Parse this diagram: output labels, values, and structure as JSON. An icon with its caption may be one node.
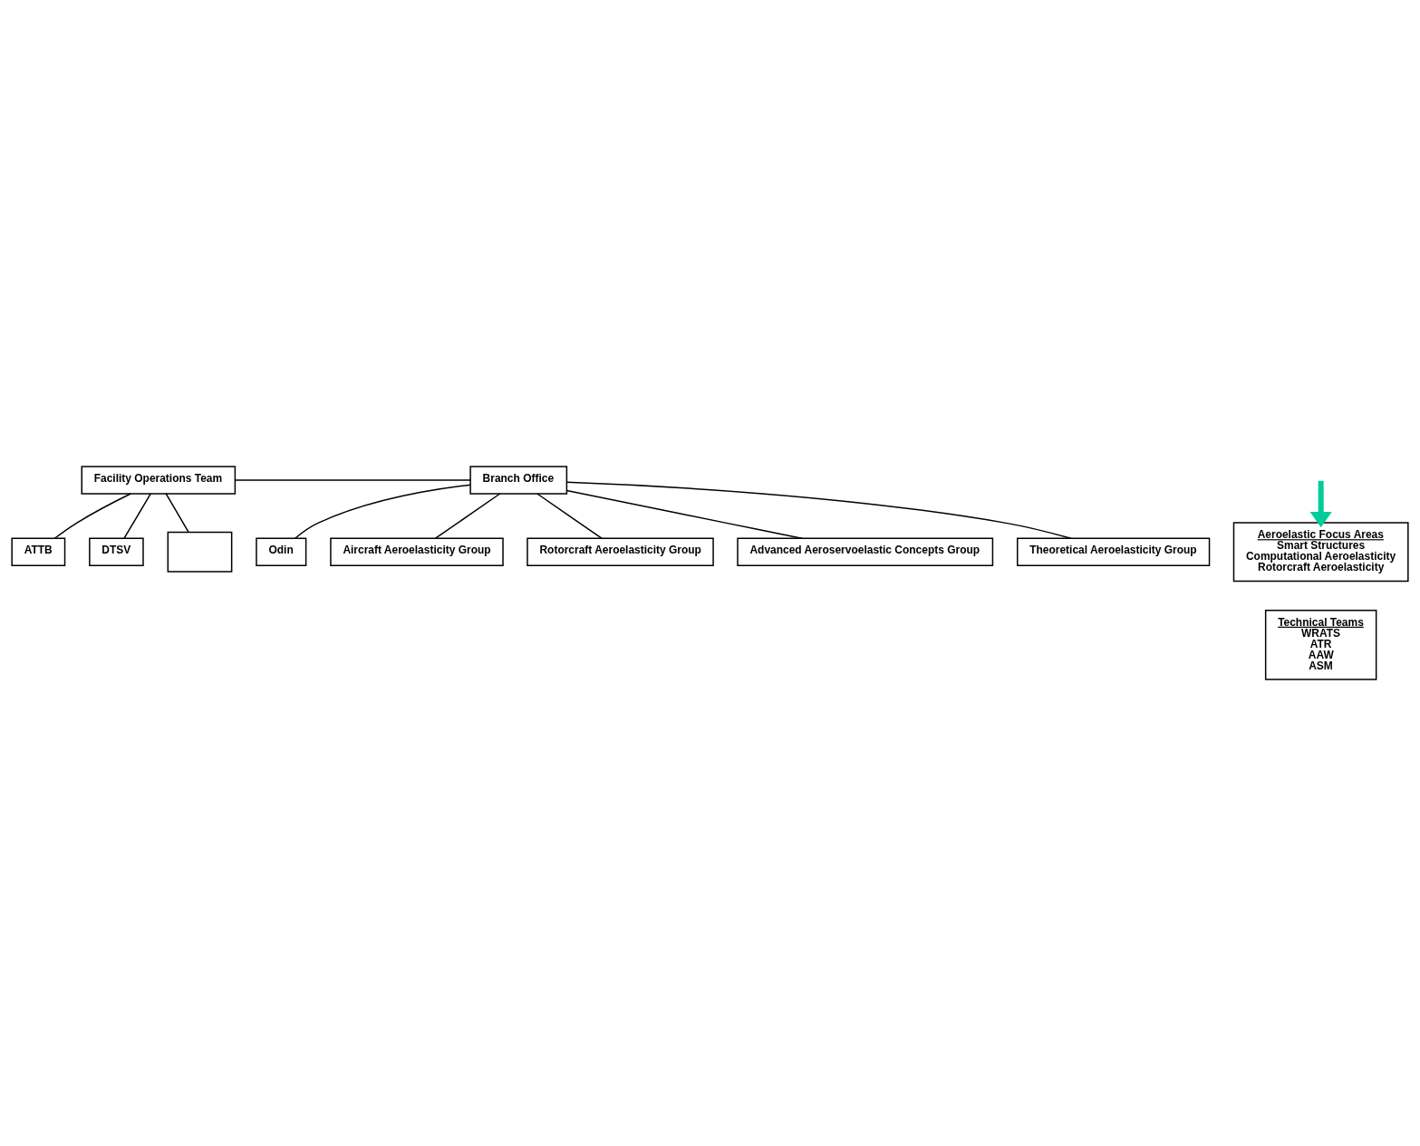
{
  "diagram": {
    "nodes": [
      {
        "text": [
          "Facility Operations Team"
        ]
      },
      {
        "text": [
          "Branch Office"
        ]
      },
      {
        "text": [
          "ATTB"
        ]
      },
      {
        "text": [
          "DTSV"
        ]
      },
      {
        "text": [],
        "shape": "box"
      },
      {
        "text": [
          "Odin"
        ]
      },
      {
        "text": [
          "Aircraft Aeroelasticity Group"
        ]
      },
      {
        "text": [
          "Rotorcraft Aeroelasticity Group"
        ]
      },
      {
        "text": [
          "Advanced Aeroservoelastic Concepts Group"
        ]
      },
      {
        "text": [
          "Theoretical Aeroelasticity Group"
        ]
      },
      {
        "text": [
          "Aeroelastic Focus Areas",
          "Smart Structures",
          "Computational Aeroelasticity",
          "Rotorcraft Aeroelasticity"
        ]
      },
      {
        "text": [
          "Technical Teams",
          "WRATS",
          "ATR",
          "AAW",
          "ASM"
        ]
      }
    ],
    "edges": [
      {
        "from": 0,
        "to": 1,
        "arrow": "none"
      },
      {
        "from": 0,
        "to": 2,
        "arrow": "none"
      },
      {
        "from": 0,
        "to": 3,
        "arrow": "none"
      },
      {
        "from": 0,
        "to": 4,
        "arrow": "none"
      },
      {
        "from": 1,
        "to": 5,
        "arrow": "none"
      },
      {
        "from": 1,
        "to": 6,
        "arrow": "none"
      },
      {
        "from": 1,
        "to": 7,
        "arrow": "none"
      },
      {
        "from": 1,
        "to": 8,
        "arrow": "none"
      },
      {
        "from": 1,
        "to": 9,
        "arrow": "none"
      },
      {
        "from": null,
        "to": 10,
        "arrow": "to",
        "style": "thick",
        "color": "#00cc99"
      }
    ]
  }
}
